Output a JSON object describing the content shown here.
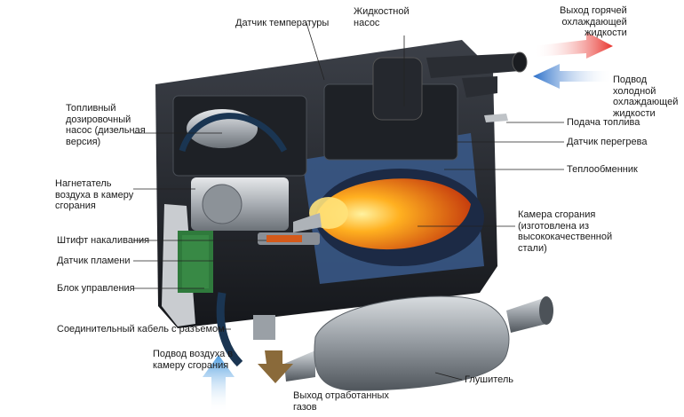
{
  "diagram": {
    "title": "Устройство автономного жидкостного отопителя",
    "labels_left": [
      {
        "id": "fuel-pump",
        "text": "Топливный\nдозировочный\nнасос (дизельная\nверсия)"
      },
      {
        "id": "blower",
        "text": "Нагнетатель\nвоздуха в камеру\nсгорания"
      },
      {
        "id": "glow-pin",
        "text": "Штифт накаливания"
      },
      {
        "id": "flame-sensor",
        "text": "Датчик пламени"
      },
      {
        "id": "control-unit",
        "text": "Блок управления"
      },
      {
        "id": "cable",
        "text": "Соединительный кабель с разъемом"
      }
    ],
    "labels_top": [
      {
        "id": "temp-sensor",
        "text": "Датчик температуры"
      },
      {
        "id": "liquid-pump",
        "text": "Жидкостной\nнасос"
      }
    ],
    "labels_right": [
      {
        "id": "hot-outlet",
        "text": "Выход горячей\nохлаждающей\nжидкости"
      },
      {
        "id": "cold-inlet",
        "text": "Подвод холодной\nохлаждающей\nжидкости"
      },
      {
        "id": "fuel-supply",
        "text": "Подача топлива"
      },
      {
        "id": "overheat-sensor",
        "text": "Датчик перегрева"
      },
      {
        "id": "heat-exchanger",
        "text": "Теплообменник"
      },
      {
        "id": "combustion-chamber",
        "text": "Камера сгорания\n(изготовлена из\nвысококачественной\nстали)"
      }
    ],
    "labels_bottom": [
      {
        "id": "air-inlet",
        "text": "Подвод воздуха в\nкамеру сгорания"
      },
      {
        "id": "exhaust",
        "text": "Выход отработанных\nгазов"
      },
      {
        "id": "muffler",
        "text": "Глушитель"
      }
    ],
    "colors": {
      "hot_arrow": "#e8322c",
      "cold_arrow": "#2a6fc9",
      "air_arrow": "#4a9be0",
      "exhaust_arrow": "#8a6a3a",
      "flame": "#f07a1a",
      "body_dark": "#2a2d33",
      "housing_blue": "#3a5a8c",
      "leader_line": "#222222"
    }
  }
}
